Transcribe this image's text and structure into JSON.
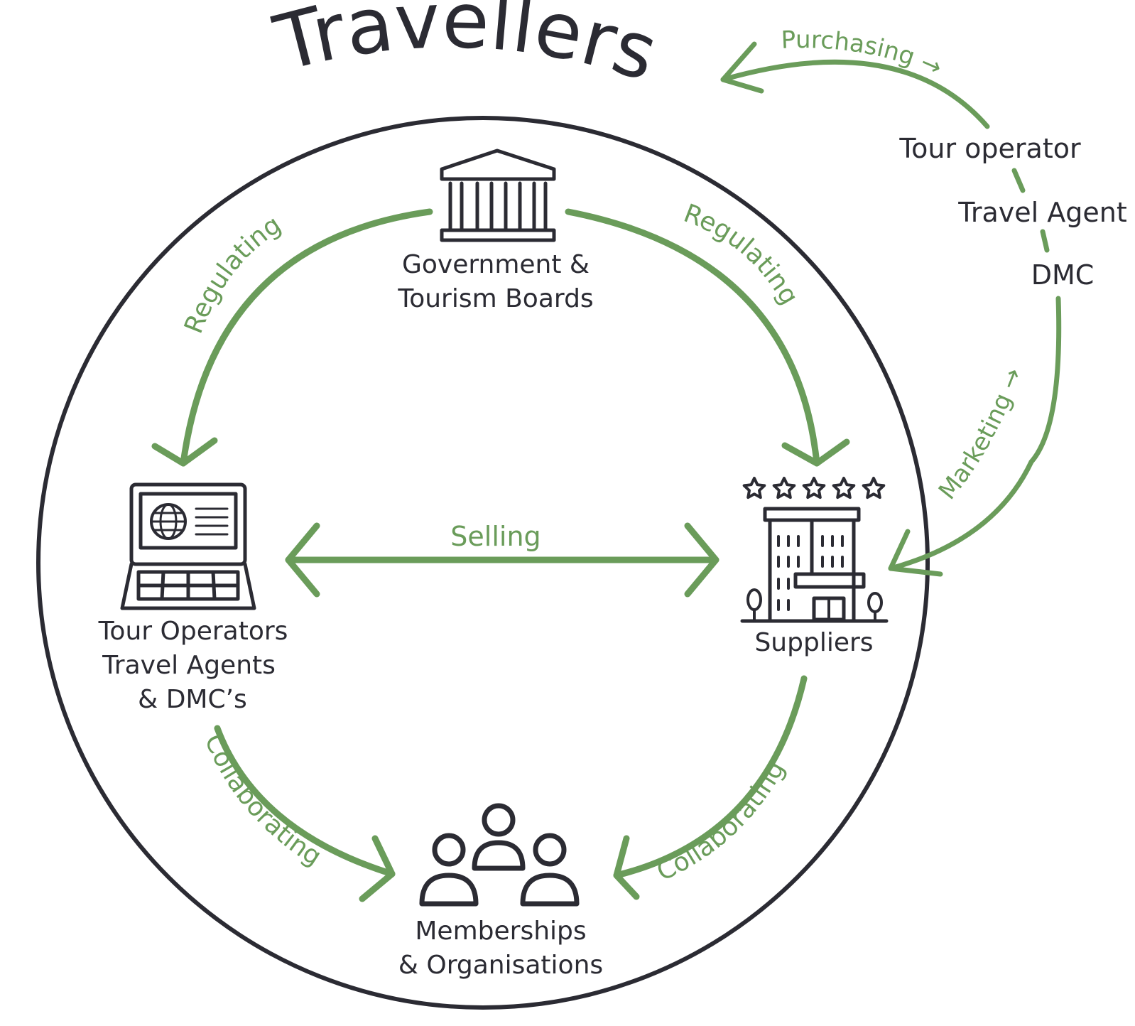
{
  "title": "Travellers",
  "nodes": {
    "government_line1": "Government &",
    "government_line2": "Tourism Boards",
    "operators_line1": "Tour Operators",
    "operators_line2": "Travel Agents",
    "operators_line3": "& DMC’s",
    "suppliers": "Suppliers",
    "memberships_line1": "Memberships",
    "memberships_line2": "& Organisations"
  },
  "channel": {
    "tour_operator": "Tour operator",
    "travel_agent": "Travel Agent",
    "dmc": "DMC"
  },
  "relations": {
    "regulating_left": "Regulating",
    "regulating_right": "Regulating",
    "selling": "Selling",
    "collaborating_left": "Collaborating",
    "collaborating_right": "Collaborating",
    "purchasing": "Purchasing →",
    "marketing": "Marketing →"
  },
  "icons": {
    "government": "government-building-icon",
    "operators": "laptop-globe-icon",
    "suppliers": "hotel-five-stars-icon",
    "memberships": "group-people-icon"
  },
  "colors": {
    "green": "#6a9c5a",
    "dark": "#2b2b33"
  }
}
